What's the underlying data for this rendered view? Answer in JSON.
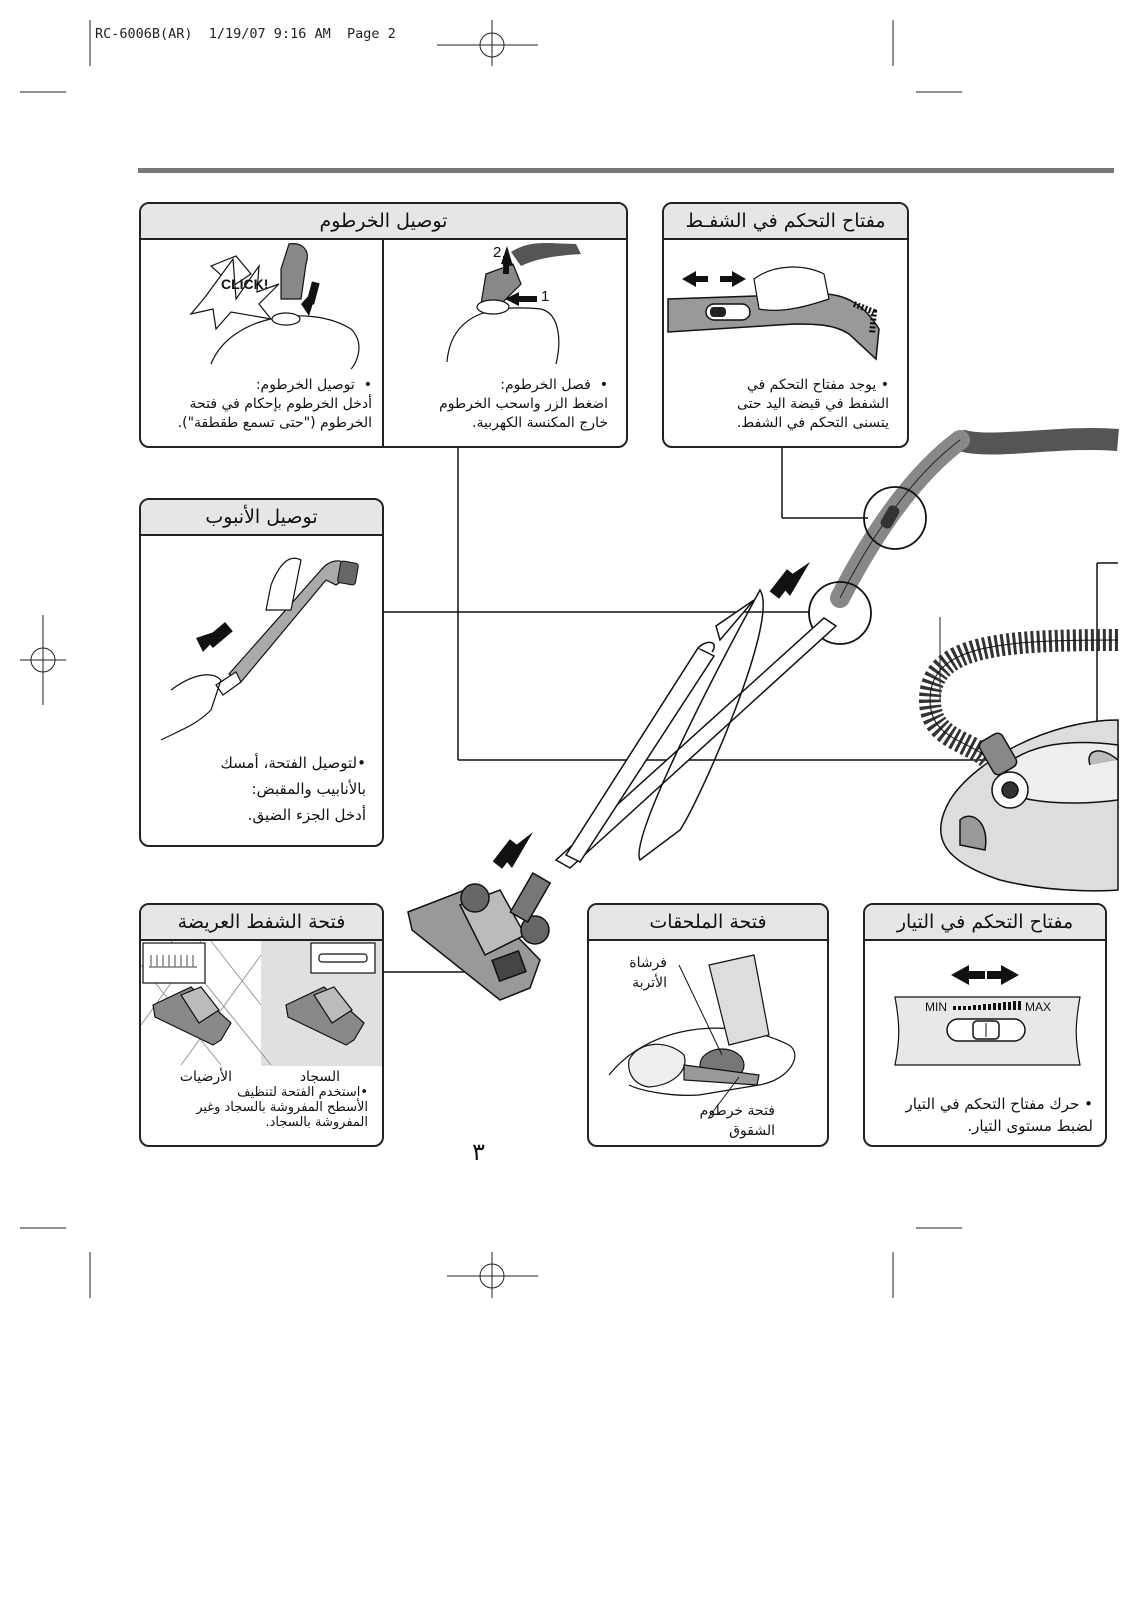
{
  "header": {
    "text": "RC-6006B(AR)  1/19/07 9:16 AM  Page 2"
  },
  "page_number": "٣",
  "suction_control": {
    "title": "مفتاح التحكم في الشفـط",
    "bullet": "•",
    "lines": [
      "يوجد مفتاح التحكم في",
      "الشفط في قبضة اليد حتى",
      "يتسنى التحكم في الشفط."
    ]
  },
  "hose_connection": {
    "title": "توصيل الخرطوم",
    "detach": {
      "bullet": "•",
      "heading": "فصل الخرطوم:",
      "lines": [
        "اضغط الزر واسحب الخرطوم",
        "خارج المكنسة الكهربية."
      ],
      "step1": "1",
      "step2": "2"
    },
    "attach": {
      "bullet": "•",
      "heading": "توصيل الخرطوم:",
      "lines": [
        "أدخل الخرطوم بإحكام في فتحة",
        "الخرطوم (\"حتى تسمع طقطقة\")."
      ],
      "click_label": "CLICK!"
    }
  },
  "tube_connection": {
    "title": "توصيل الأنبوب",
    "bullet": "•",
    "lines": [
      "لتوصيل الفتحة، أمسك",
      "بالأنابيب والمقبض:",
      "أدخل الجزء الضيق."
    ]
  },
  "wide_nozzle": {
    "title": "فتحة الشفط العريضة",
    "floors_label": "الأرضيات",
    "carpet_label": "السجاد",
    "bullet": "•",
    "lines": [
      "استخدم الفتحة لتنظيف",
      "الأسطح المفروشة بالسجاد وغير",
      "المفروشة بالسجاد."
    ]
  },
  "accessories": {
    "title": "فتحة الملحقات",
    "dust_brush": [
      "فرشاة",
      "الأتربة"
    ],
    "crevice_tool": [
      "فتحة خرطوم",
      "الشقوق"
    ]
  },
  "power_control": {
    "title": "مفتاح التحكم في التيار",
    "min_label": "MIN",
    "max_label": "MAX",
    "bullet": "•",
    "lines": [
      "حرك مفتاح التحكم في التيار",
      "لضبط مستوى التيار."
    ]
  }
}
